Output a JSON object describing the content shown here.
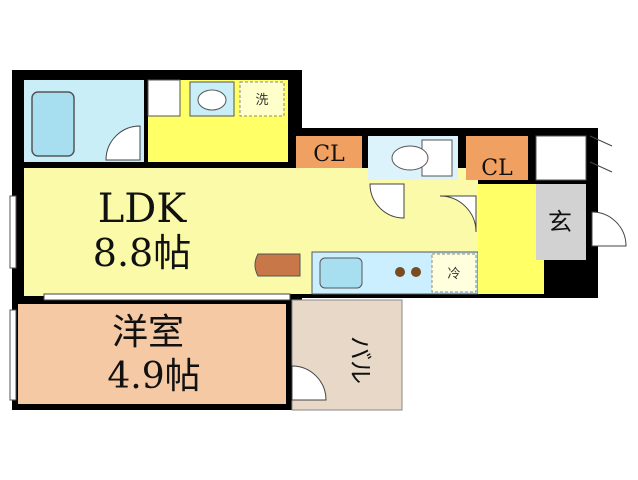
{
  "rooms": {
    "ldk": {
      "name": "LDK",
      "size": "8.8帖"
    },
    "western": {
      "name": "洋室",
      "size": "4.9帖"
    },
    "balcony": {
      "name": "バル"
    },
    "entrance": {
      "name": "玄"
    },
    "closet_1": {
      "name": "CL"
    },
    "closet_2": {
      "name": "CL"
    }
  },
  "fixtures": {
    "washer": "洗",
    "fridge": "冷"
  },
  "colors": {
    "wall": "#000000",
    "ldk": "#fafaa8",
    "hall": "#ffff66",
    "western": "#f5c9a3",
    "balcony": "#e7d8c8",
    "closet": "#f0a060",
    "bath": "#c9eef7",
    "toilet": "#ddf3fb",
    "entrance": "#d2d2d2"
  }
}
